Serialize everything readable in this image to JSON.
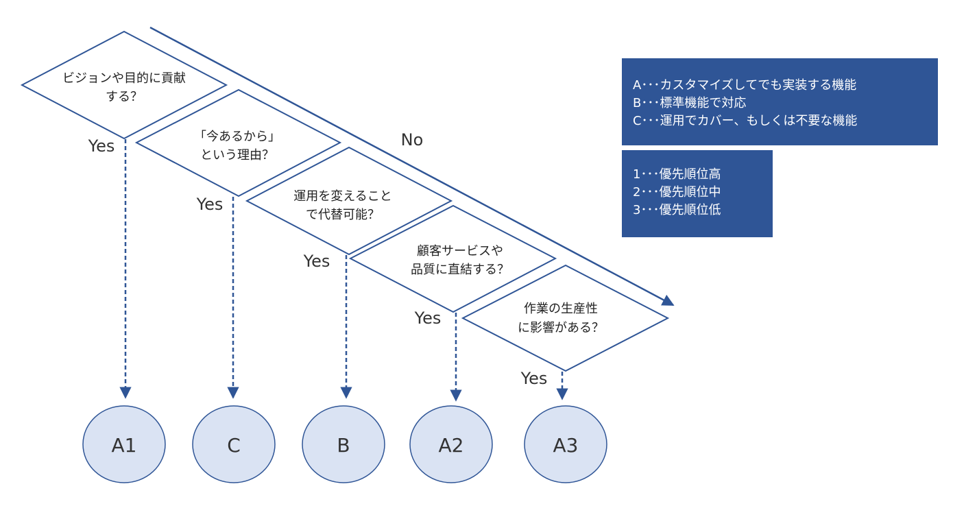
{
  "questions": [
    {
      "line1": "ビジョンや目的に貢献",
      "line2": "する？"
    },
    {
      "line1": "「今あるから」",
      "line2": "という理由？"
    },
    {
      "line1": "運用を変えること",
      "line2": "で代替可能？"
    },
    {
      "line1": "顧客サービスや",
      "line2": "品質に直結する？"
    },
    {
      "line1": "作業の生産性",
      "line2": "に影響がある？"
    }
  ],
  "yes_label": "Yes",
  "no_label": "No",
  "results": [
    "A1",
    "C",
    "B",
    "A2",
    "A3"
  ],
  "legend_classification": [
    "A･･･カスタマイズしてでも実装する機能",
    "B･･･標準機能で対応",
    "C･･･運用でカバー、もしくは不要な機能"
  ],
  "legend_priority": [
    "1･･･優先順位高",
    "2･･･優先順位中",
    "3･･･優先順位低"
  ],
  "colors": {
    "line": "#2f5596",
    "result_fill": "#dae3f3",
    "legend_bg": "#2f5596"
  }
}
